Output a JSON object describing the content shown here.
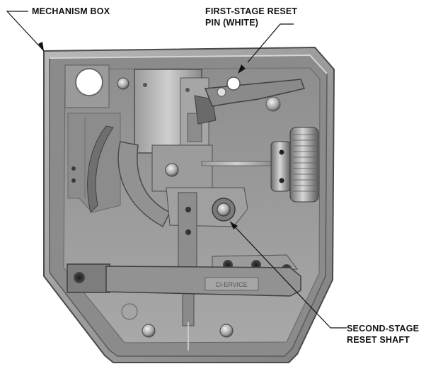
{
  "figure": {
    "title": "",
    "callouts": {
      "mechanism_box": "MECHANISM BOX",
      "first_stage_line1": "FIRST-STAGE RESET",
      "first_stage_line2": "PIN (WHITE)",
      "second_stage_line1": "SECOND-STAGE",
      "second_stage_line2": "RESET SHAFT"
    },
    "plate_text": "CI-ERVICE",
    "colors": {
      "background": "#ffffff",
      "housing": "#9c9c9c",
      "housing_dark": "#5e5e5e",
      "metal": "#b5b5b5",
      "ink": "#111111"
    }
  }
}
